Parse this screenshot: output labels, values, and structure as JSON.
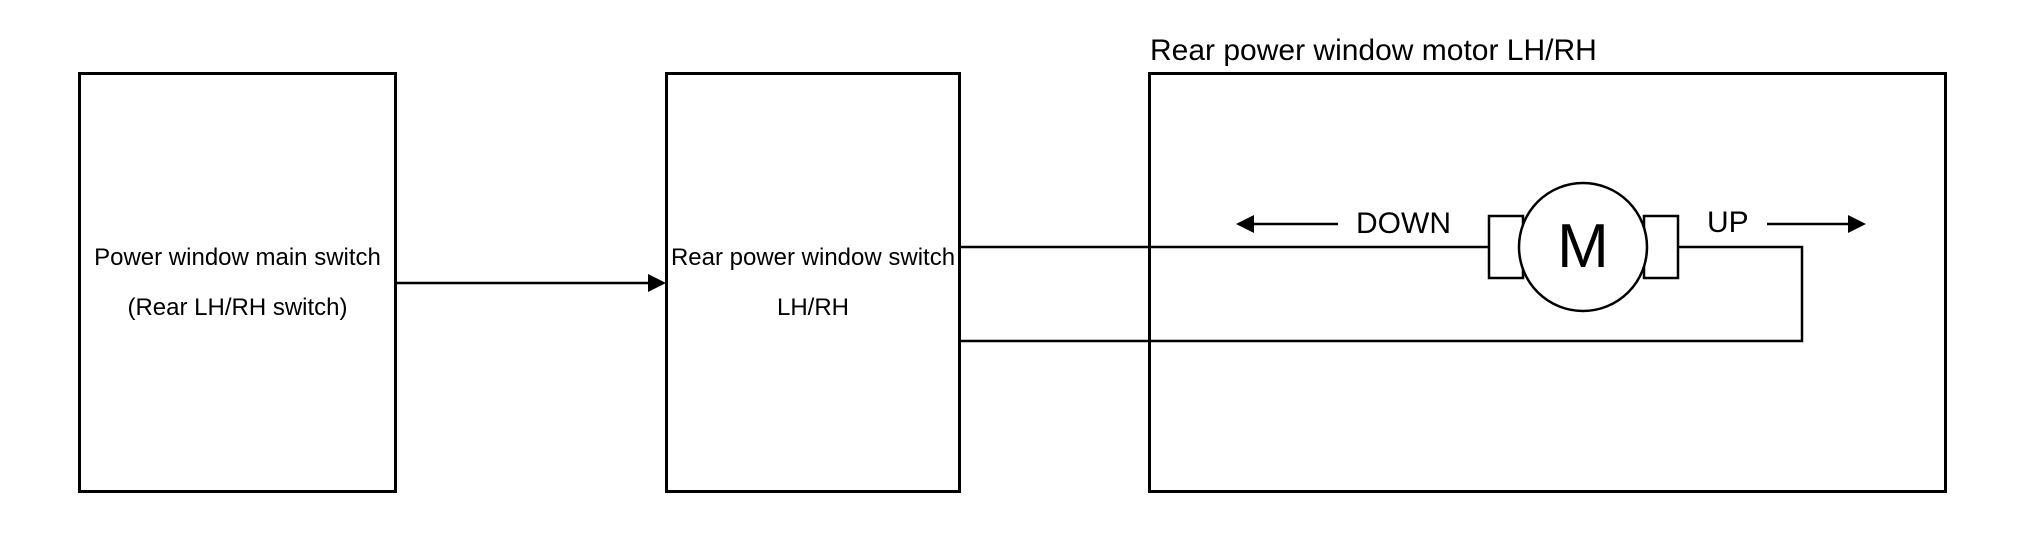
{
  "colors": {
    "background": "#ffffff",
    "line": "#000000",
    "text": "#000000"
  },
  "main_switch_box": {
    "line1": "Power window main switch",
    "line2": "(Rear LH/RH switch)"
  },
  "rear_switch_box": {
    "line1": "Rear power window switch",
    "line2": "LH/RH"
  },
  "motor_box": {
    "title": "Rear power window motor LH/RH"
  },
  "motor": {
    "label": "M"
  },
  "labels": {
    "down": "DOWN",
    "up": "UP"
  }
}
